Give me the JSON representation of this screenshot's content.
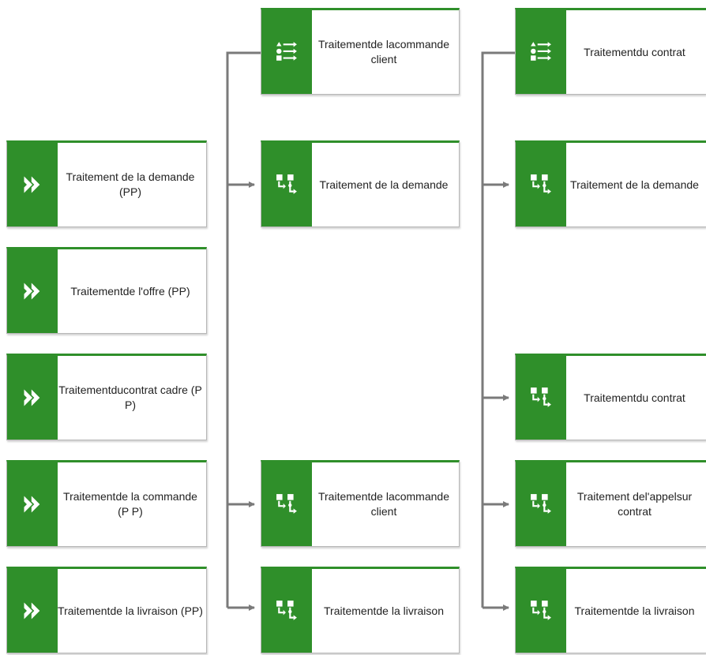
{
  "colors": {
    "accent": "#2f8f2a",
    "connector": "#7a7a7a"
  },
  "icons": {
    "process": "chevron-double-right-icon",
    "list": "list-icon",
    "flow": "process-flow-icon"
  },
  "left_column": [
    {
      "label": "Traitement de la demande (PP)"
    },
    {
      "label": "Traitementde l'offre (PP)"
    },
    {
      "label": "Traitementducontrat cadre (P P)"
    },
    {
      "label": "Traitementde la commande (P P)"
    },
    {
      "label": "Traitementde la livraison (PP)"
    }
  ],
  "middle_column": {
    "header": {
      "label": "Traitementde lacommande client"
    },
    "items": [
      {
        "label": "Traitement de la demande"
      },
      {
        "label": "Traitementde lacommande client"
      },
      {
        "label": "Traitementde la livraison"
      }
    ]
  },
  "right_column": {
    "header": {
      "label": "Traitementdu contrat"
    },
    "items": [
      {
        "label": "Traitement de la demande"
      },
      {
        "label": "Traitementdu contrat"
      },
      {
        "label": "Traitement del'appelsur contrat"
      },
      {
        "label": "Traitementde la livraison"
      }
    ]
  }
}
